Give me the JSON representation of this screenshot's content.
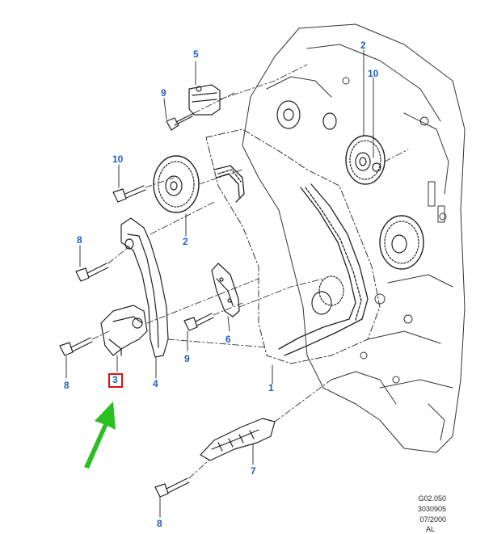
{
  "callouts": {
    "c1": "1",
    "c2a": "2",
    "c2b": "2",
    "c3": "3",
    "c4": "4",
    "c5": "5",
    "c6": "6",
    "c7": "7",
    "c8a": "8",
    "c8b": "8",
    "c8c": "8",
    "c9a": "9",
    "c9b": "9",
    "c10a": "10",
    "c10b": "10"
  },
  "reference": {
    "line1": "G02.050",
    "line2": "3030905",
    "line3": "07/2000",
    "line4": "AL"
  },
  "colors": {
    "callout": "#1f5fbf",
    "highlight": "#e01010",
    "arrow": "#2bbf22",
    "line": "#222222"
  },
  "highlighted_part": "3"
}
